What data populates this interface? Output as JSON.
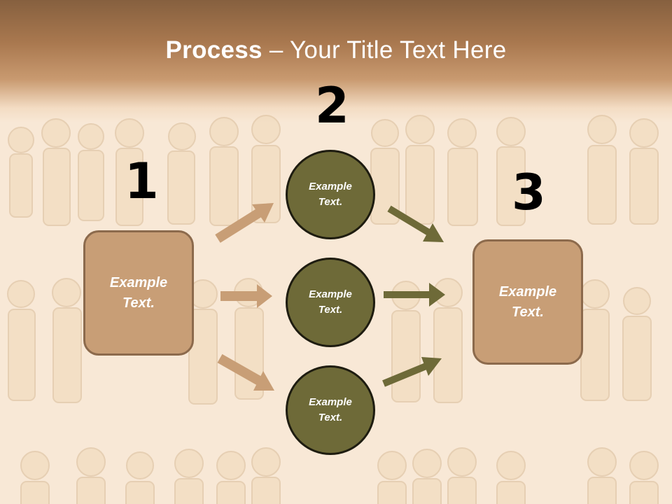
{
  "title": {
    "bold": "Process",
    "rest": " – Your Title Text Here"
  },
  "steps": {
    "one": "1",
    "two": "2",
    "three": "3"
  },
  "left_box": {
    "text": "Example\nText."
  },
  "right_box": {
    "text": "Example\nText."
  },
  "circles": [
    {
      "text": "Example\nText."
    },
    {
      "text": "Example\nText."
    },
    {
      "text": "Example\nText."
    }
  ],
  "colors": {
    "box_fill": "#c89e76",
    "circle_fill": "#6e6a38",
    "arrow_tan": "#c89e76",
    "arrow_olive": "#6e6a38"
  }
}
